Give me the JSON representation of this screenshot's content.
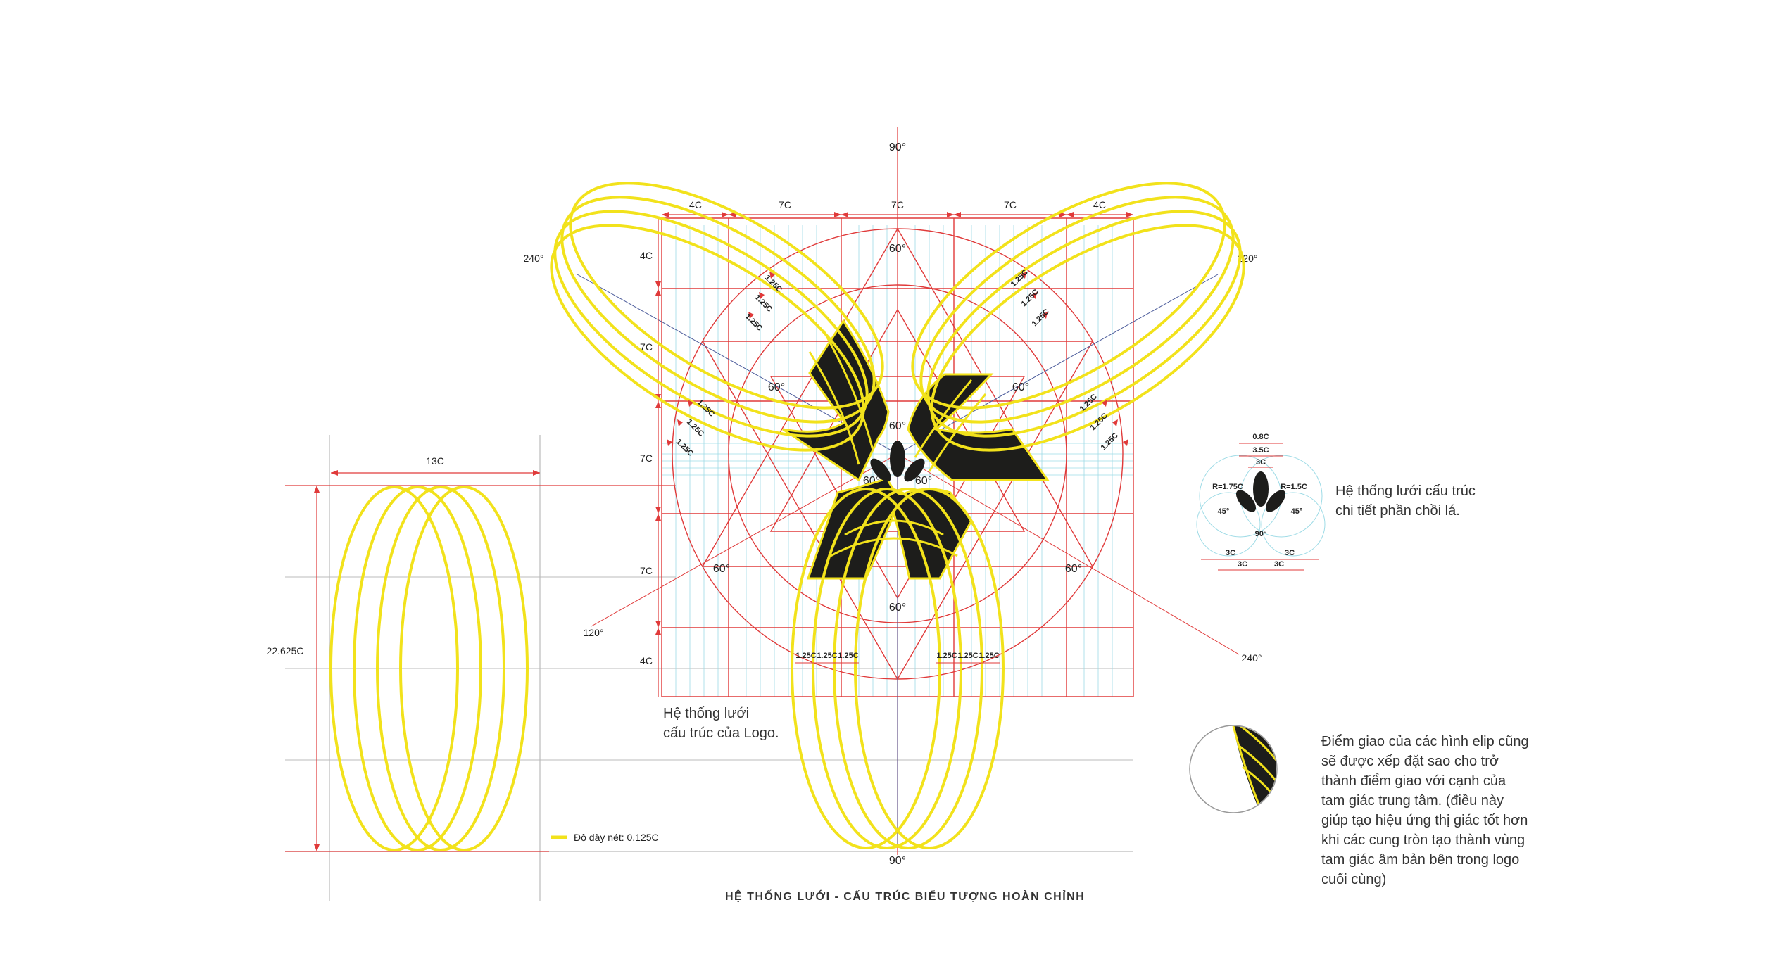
{
  "labels": {
    "top_90": "90°",
    "bottom_90": "90°",
    "a240_left": "240°",
    "a120_right": "120°",
    "a120_left": "120°",
    "a240_right": "240°",
    "dim_4c": "4C",
    "dim_7c": "7C",
    "dim_125c": "1.25C",
    "deg_60": "60°",
    "dim_13c": "13C",
    "dim_22625c": "22.625C",
    "legend_stroke": "Độ dày nét: 0.125C",
    "detail_08c": "0.8C",
    "detail_35c": "3.5C",
    "detail_3c": "3C",
    "detail_r175": "R=1.75C",
    "detail_r15": "R=1.5C",
    "detail_45": "45°",
    "detail_90": "90°"
  },
  "notes": {
    "logo_grid_line1": "Hệ thống lưới",
    "logo_grid_line2": "cấu trúc của Logo.",
    "leaf_line1": "Hệ thống lưới cấu trúc",
    "leaf_line2": "chi tiết phần chồi lá.",
    "ellipse_line1": "Điểm giao của các hình elip cũng",
    "ellipse_line2": "sẽ được xếp đặt sao cho trở",
    "ellipse_line3": "thành điểm giao với cạnh của",
    "ellipse_line4": "tam giác trung tâm. (điều này",
    "ellipse_line5": "giúp tạo hiệu ứng thị giác tốt hơn",
    "ellipse_line6": "khi các cung tròn tạo thành vùng",
    "ellipse_line7": "tam giác âm bản bên trong logo",
    "ellipse_line8": "cuối cùng)"
  },
  "caption": "HỆ THỐNG LƯỚI - CẤU TRÚC BIỂU TƯỢNG HOÀN CHỈNH",
  "colors": {
    "yellow": "#f2e21b",
    "red": "#e03a3a",
    "blue": "#4a5a9a",
    "cyan": "#9edbe6",
    "black": "#1d1d1b"
  },
  "icons": [
    "logo-mark",
    "leaf-bud-icon",
    "ellipse-intersection-detail"
  ]
}
